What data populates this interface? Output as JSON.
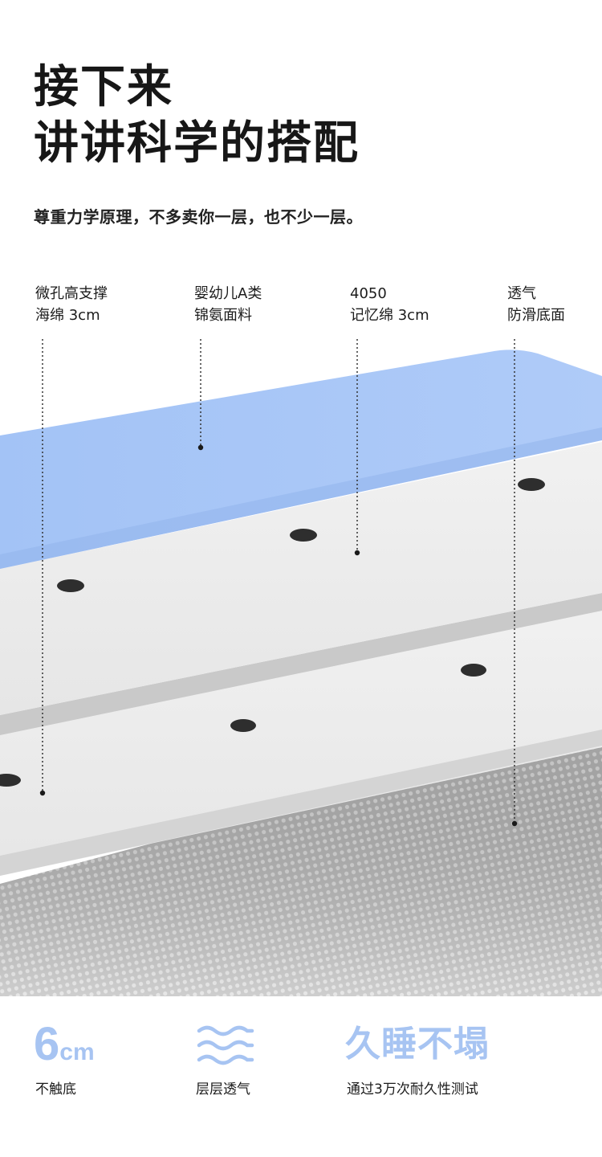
{
  "headline": {
    "line1": "接下来",
    "line2": "讲讲科学的搭配"
  },
  "subtitle": "尊重力学原理，不多卖你一层，也不少一层。",
  "callouts": [
    {
      "line1": "微孔高支撑",
      "line2": "海绵 3cm"
    },
    {
      "line1": "婴幼儿A类",
      "line2": "锦氨面料"
    },
    {
      "line1": "4050",
      "line2": "记忆绵 3cm"
    },
    {
      "line1": "透气",
      "line2": "防滑底面"
    }
  ],
  "stats": [
    {
      "number": "6",
      "unit": "cm",
      "label": "不触底"
    },
    {
      "icon": "airflow-wave-icon",
      "label": "层层透气"
    },
    {
      "big": "久睡不塌",
      "label": "通过3万次耐久性测试"
    }
  ],
  "colors": {
    "accent": "#a7c4f2",
    "top_fabric": "#a7c6f7",
    "foam": "#ebebeb"
  }
}
